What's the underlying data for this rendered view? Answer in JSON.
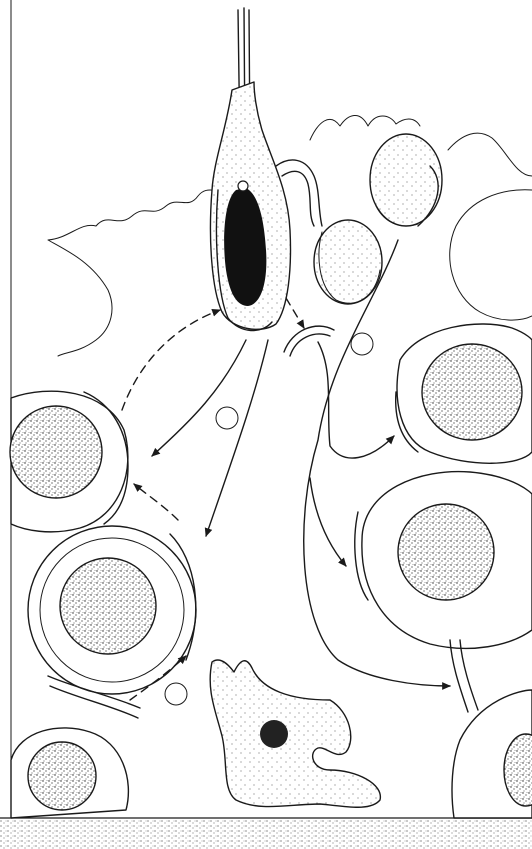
{
  "figure": {
    "style": "pen-and-ink histology illustration",
    "colors": {
      "ink": "#1a1a1a",
      "paper": "#ffffff",
      "nucleus_dark": "#111111"
    },
    "arrows": {
      "solid": "pathway",
      "dashed": "return pathway"
    }
  }
}
